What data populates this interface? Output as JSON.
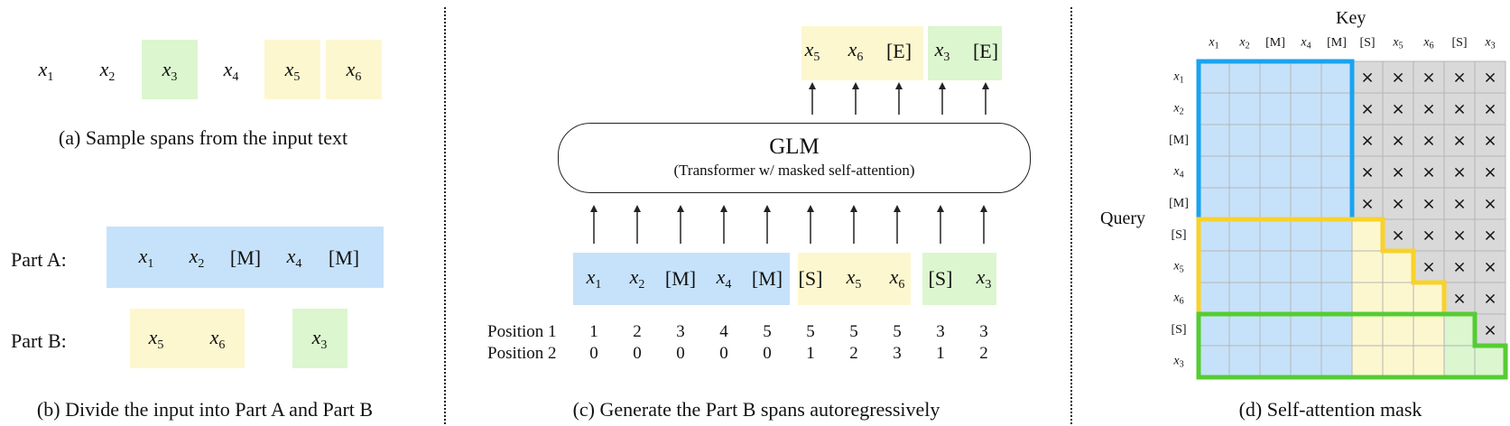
{
  "panel_a": {
    "tokens": [
      {
        "sym": "x",
        "sub": "1",
        "bg": ""
      },
      {
        "sym": "x",
        "sub": "2",
        "bg": ""
      },
      {
        "sym": "x",
        "sub": "3",
        "bg": "green"
      },
      {
        "sym": "x",
        "sub": "4",
        "bg": ""
      },
      {
        "sym": "x",
        "sub": "5",
        "bg": "yellow"
      },
      {
        "sym": "x",
        "sub": "6",
        "bg": "yellow"
      }
    ],
    "caption": "(a)  Sample spans from the input text"
  },
  "panel_b": {
    "part_a_label": "Part A:",
    "part_b_label": "Part B:",
    "part_a_tokens": [
      {
        "sym": "x",
        "sub": "1"
      },
      {
        "sym": "x",
        "sub": "2"
      },
      {
        "sym": "[M]",
        "sub": ""
      },
      {
        "sym": "x",
        "sub": "4"
      },
      {
        "sym": "[M]",
        "sub": ""
      }
    ],
    "part_b_yellow": [
      {
        "sym": "x",
        "sub": "5"
      },
      {
        "sym": "x",
        "sub": "6"
      }
    ],
    "part_b_green": [
      {
        "sym": "x",
        "sub": "3"
      }
    ],
    "caption": "(b)  Divide the input into Part A and Part B"
  },
  "panel_c": {
    "model_title": "GLM",
    "model_subtitle": "(Transformer w/ masked self-attention)",
    "outputs": [
      {
        "sym": "x",
        "sub": "5",
        "bg": "yellow"
      },
      {
        "sym": "x",
        "sub": "6",
        "bg": "yellow"
      },
      {
        "sym": "[E]",
        "sub": "",
        "bg": "yellow"
      },
      {
        "sym": "x",
        "sub": "3",
        "bg": "green"
      },
      {
        "sym": "[E]",
        "sub": "",
        "bg": "green"
      }
    ],
    "inputs": [
      {
        "sym": "x",
        "sub": "1",
        "bg": "blue"
      },
      {
        "sym": "x",
        "sub": "2",
        "bg": "blue"
      },
      {
        "sym": "[M]",
        "sub": "",
        "bg": "blue"
      },
      {
        "sym": "x",
        "sub": "4",
        "bg": "blue"
      },
      {
        "sym": "[M]",
        "sub": "",
        "bg": "blue"
      },
      {
        "sym": "[S]",
        "sub": "",
        "bg": "yellow"
      },
      {
        "sym": "x",
        "sub": "5",
        "bg": "yellow"
      },
      {
        "sym": "x",
        "sub": "6",
        "bg": "yellow"
      },
      {
        "sym": "[S]",
        "sub": "",
        "bg": "green"
      },
      {
        "sym": "x",
        "sub": "3",
        "bg": "green"
      }
    ],
    "position1_label": "Position 1",
    "position2_label": "Position 2",
    "position1": [
      "1",
      "2",
      "3",
      "4",
      "5",
      "5",
      "5",
      "5",
      "3",
      "3"
    ],
    "position2": [
      "0",
      "0",
      "0",
      "0",
      "0",
      "1",
      "2",
      "3",
      "1",
      "2"
    ],
    "caption": "(c)  Generate the Part B spans autoregressively"
  },
  "panel_d": {
    "key_label": "Key",
    "query_label": "Query",
    "labels": [
      {
        "sym": "x",
        "sub": "1"
      },
      {
        "sym": "x",
        "sub": "2"
      },
      {
        "sym": "[M]",
        "sub": ""
      },
      {
        "sym": "x",
        "sub": "4"
      },
      {
        "sym": "[M]",
        "sub": ""
      },
      {
        "sym": "[S]",
        "sub": ""
      },
      {
        "sym": "x",
        "sub": "5"
      },
      {
        "sym": "x",
        "sub": "6"
      },
      {
        "sym": "[S]",
        "sub": ""
      },
      {
        "sym": "x",
        "sub": "3"
      }
    ],
    "masked_symbol": "×",
    "caption": "(d)  Self-attention mask"
  },
  "colors": {
    "blue": "#c6e2fa",
    "yellow": "#fdf7cf",
    "green": "#dcf6cf",
    "masked": "#d9d9d9",
    "blue_border": "#1aa3f0",
    "yellow_border": "#f8d22a",
    "green_border": "#55cc33"
  }
}
